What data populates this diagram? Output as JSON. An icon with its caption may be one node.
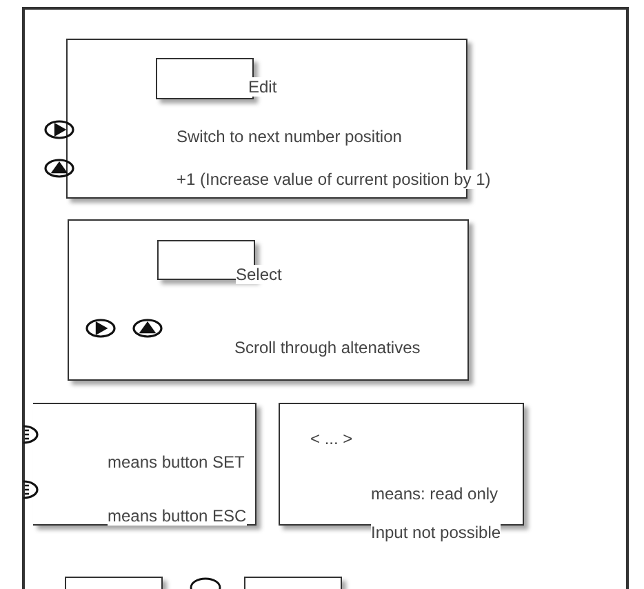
{
  "diagram": {
    "nodes": [
      {
        "text": [
          "Edit",
          "Switch to next number position",
          "+1 (Increase value of current position by 1)"
        ]
      },
      {
        "text": [],
        "shape": "box",
        "in": 0
      },
      {
        "text": [
          "Select",
          "Scroll through altenatives"
        ]
      },
      {
        "text": [],
        "shape": "box",
        "in": 2
      },
      {
        "text": [
          "means button SET",
          "means button ESC"
        ]
      },
      {
        "text": [
          "< ... >",
          "means: read only",
          "Input not possible"
        ]
      },
      {
        "text": [],
        "shape": "box"
      },
      {
        "text": [],
        "shape": "box"
      }
    ],
    "edges": []
  }
}
